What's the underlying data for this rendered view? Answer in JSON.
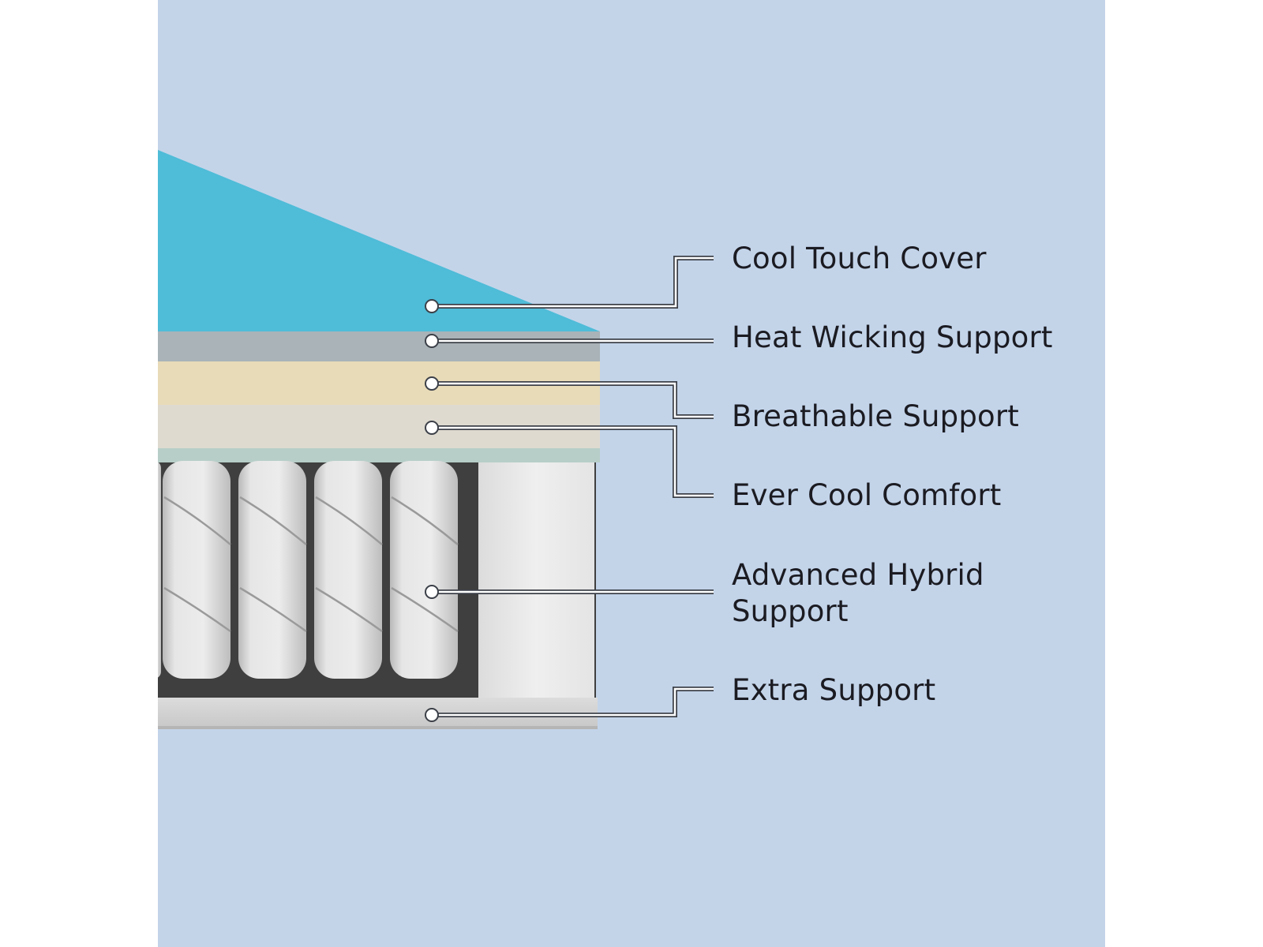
{
  "layers": [
    {
      "id": "cool-touch-cover",
      "label": "Cool Touch Cover"
    },
    {
      "id": "heat-wicking-support",
      "label": "Heat Wicking Support"
    },
    {
      "id": "breathable-support",
      "label": "Breathable Support"
    },
    {
      "id": "ever-cool-comfort",
      "label": "Ever Cool Comfort"
    },
    {
      "id": "advanced-hybrid-support",
      "label": "Advanced Hybrid\nSupport"
    },
    {
      "id": "extra-support",
      "label": "Extra Support"
    }
  ],
  "colors": {
    "background": "#c3d4e9",
    "cover": "#4fbcd8",
    "heat_wicking_layer": "#a9b3b8",
    "breathable_layer": "#e8dbb8",
    "ever_cool_layer": "#dedad0",
    "transition_layer": "#b7cec8",
    "coils": "#e4e4e4",
    "side_foam": "#ececec",
    "base": "#d4d4d4",
    "leader_line": "#ffffff",
    "label_text": "#1b1b22"
  }
}
